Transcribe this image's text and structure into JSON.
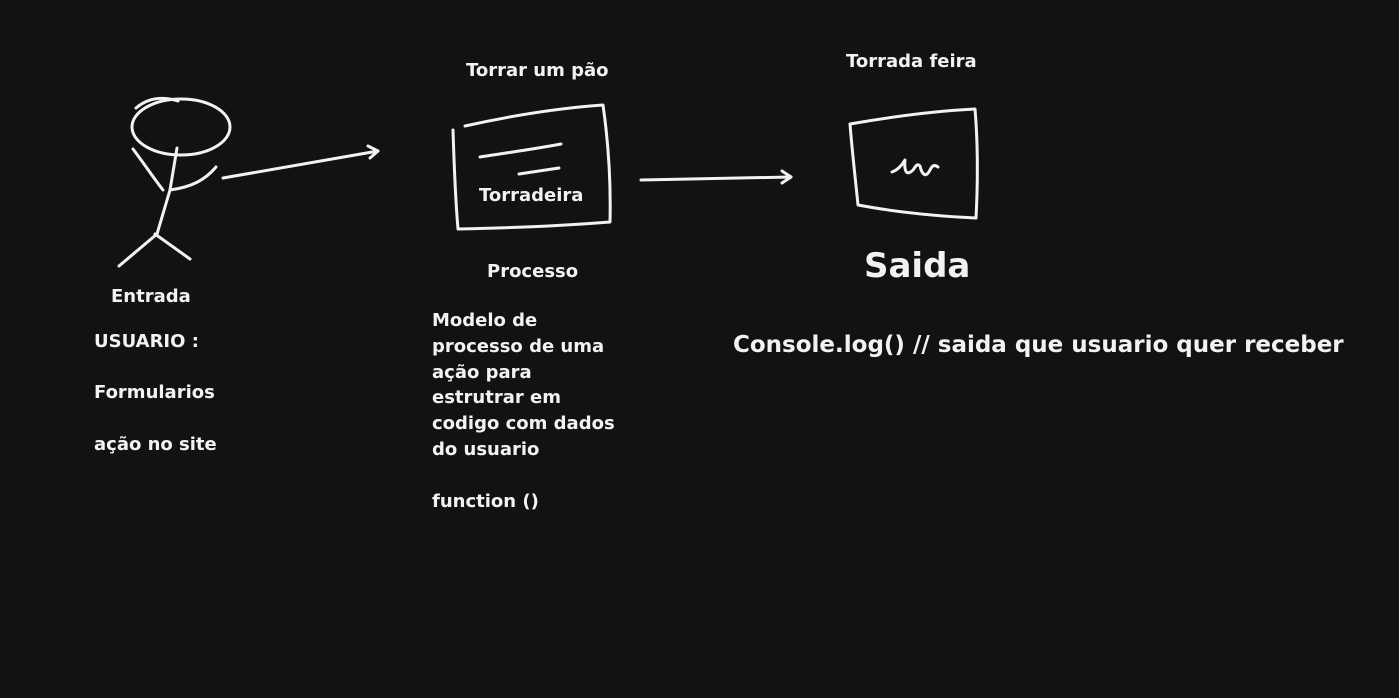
{
  "entrada": {
    "label": "Entrada",
    "usuario": "USUARIO :",
    "formularios": "Formularios",
    "acao": "ação no site"
  },
  "processo": {
    "top_label": "Torrar um pão",
    "box_label": "Torradeira",
    "label": "Processo",
    "description": "Modelo de\nprocesso de uma\nação para\nestrutrar em\ncodigo com dados\ndo usuario\n\nfunction ()"
  },
  "saida": {
    "top_label": "Torrada feira",
    "label": "Saida",
    "console": "Console.log() // saida que usuario quer receber"
  },
  "colors": {
    "background": "#121212",
    "ink": "#f2f2f2"
  }
}
